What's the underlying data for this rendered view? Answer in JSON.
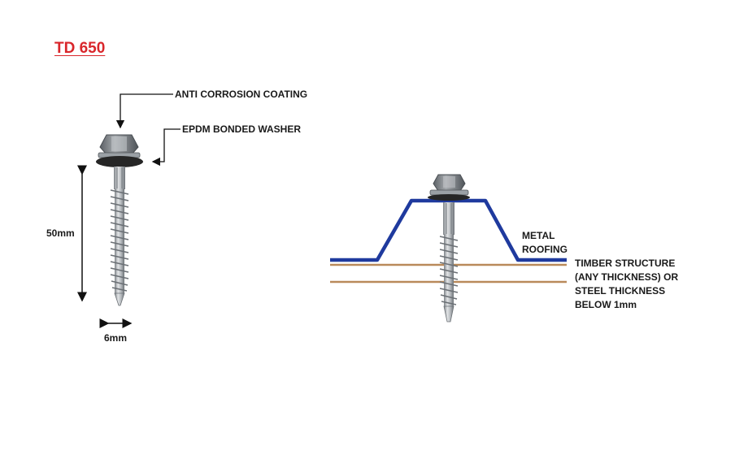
{
  "title": "TD 650",
  "labels": {
    "coating": "ANTI CORROSION COATING",
    "washer": "EPDM BONDED WASHER",
    "length": "50mm",
    "diameter": "6mm",
    "roofing": [
      "METAL",
      "ROOFING"
    ],
    "substrate": [
      "TIMBER STRUCTURE",
      "(ANY THICKNESS) OR",
      "STEEL THICKNESS",
      "BELOW 1mm"
    ]
  },
  "colors": {
    "title": "#d9262b",
    "roofing": "#1f3a9e",
    "timber": "#b98a5a",
    "screw": "#a9adb2",
    "washer": "#2a2a2a"
  }
}
